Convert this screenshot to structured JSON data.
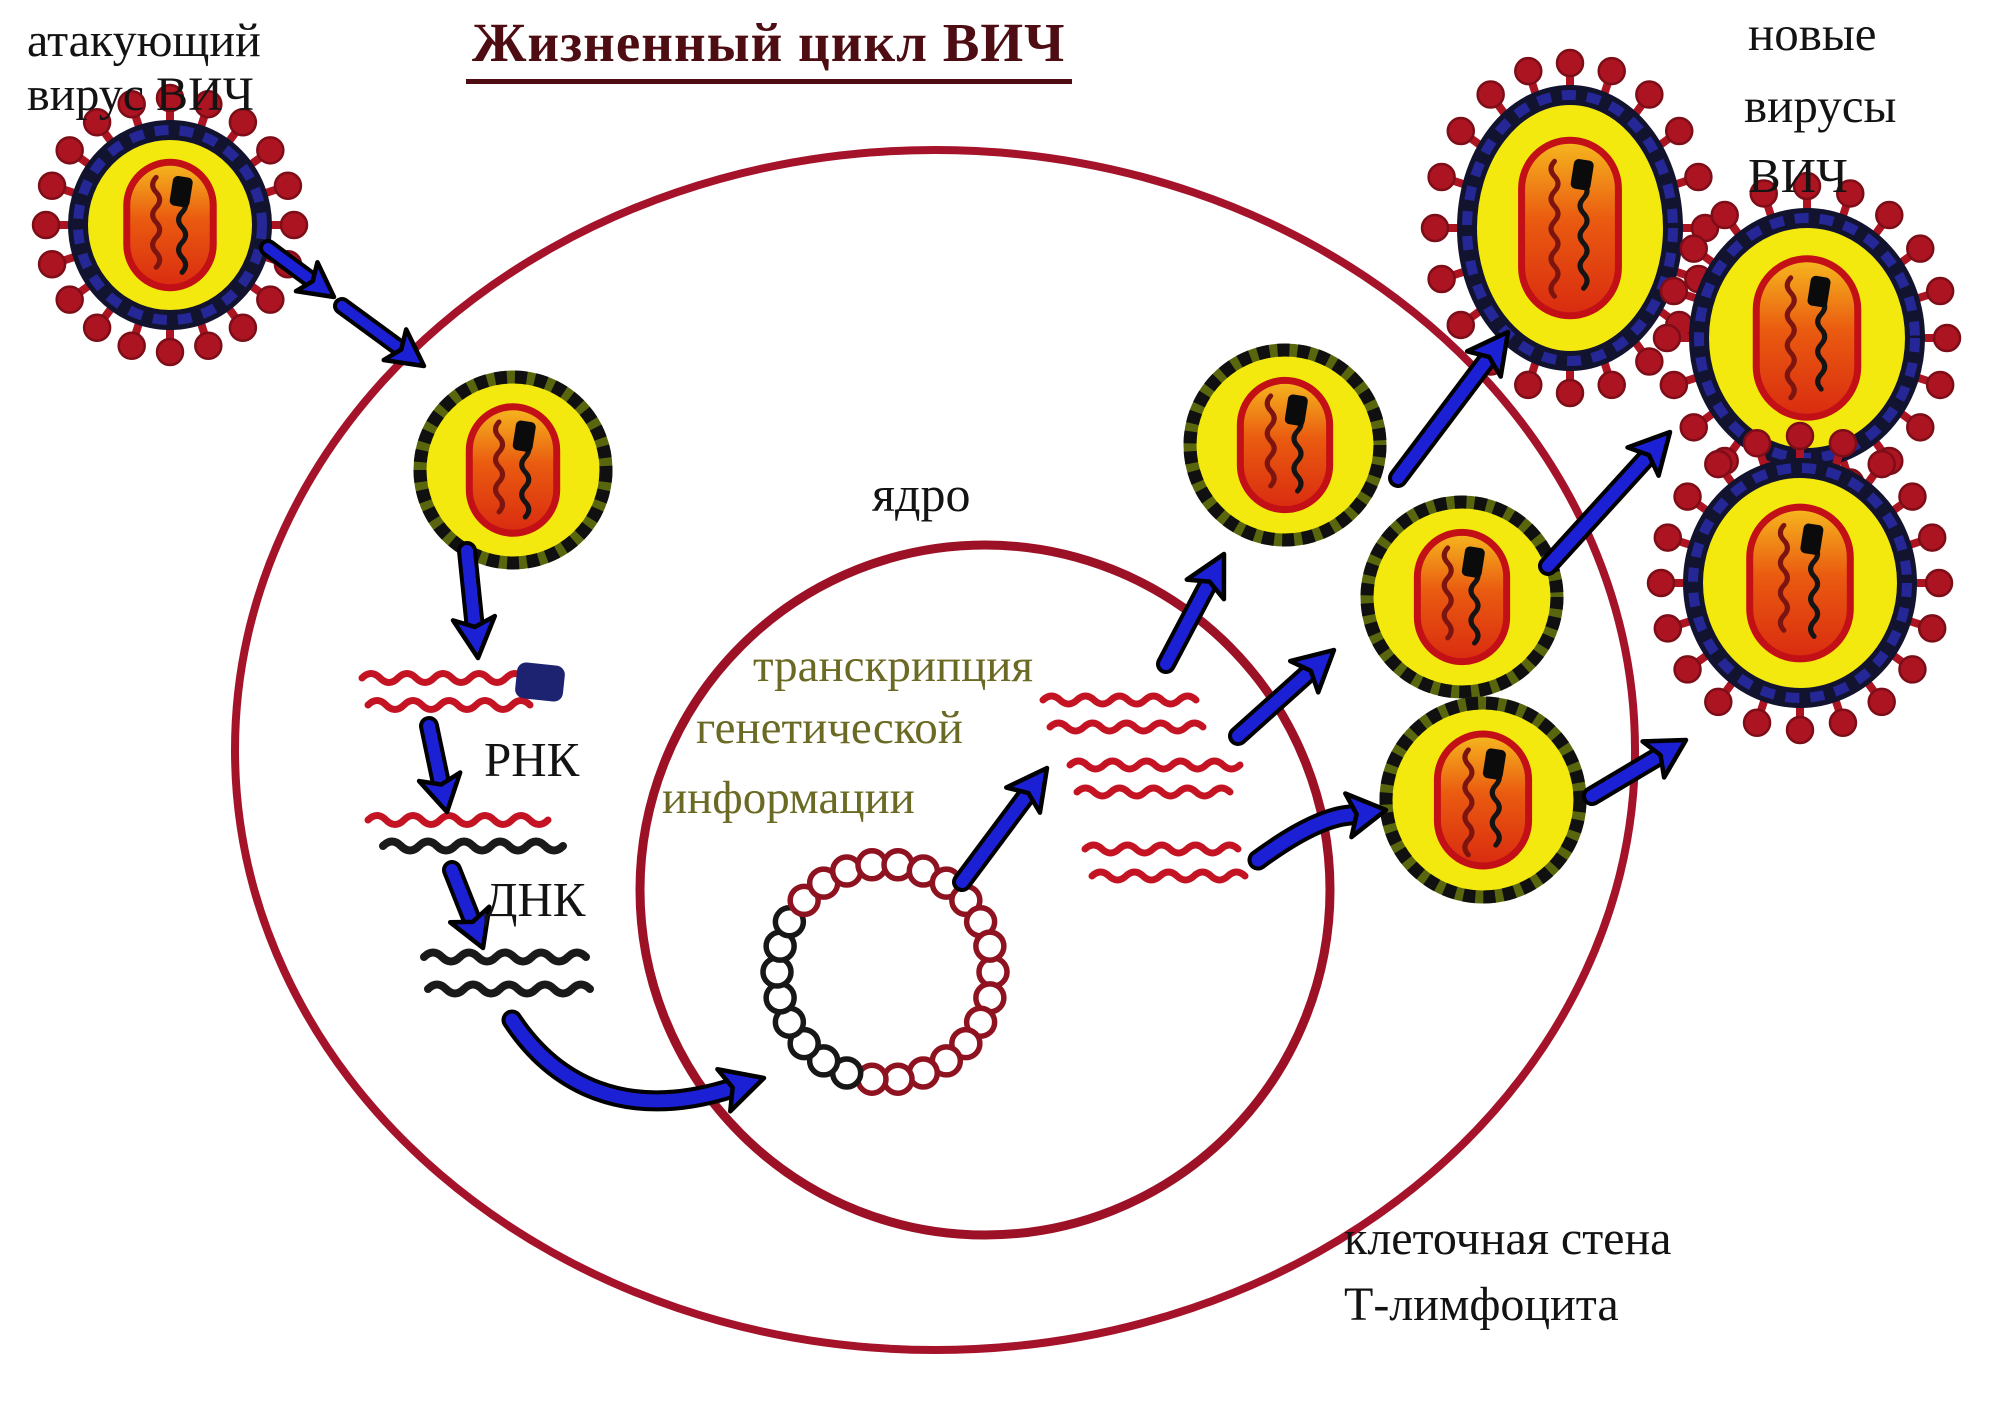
{
  "title": "Жизненный цикл ВИЧ",
  "labels": {
    "attacking_line1": "атакующий",
    "attacking_line2": "вирус ВИЧ",
    "new_line1": "новые",
    "new_line2": "вирусы",
    "new_line3": "ВИЧ",
    "nucleus": "ядро",
    "transcription_line1": "транскрипция",
    "transcription_line2": "генетической",
    "transcription_line3": "информации",
    "rna": "РНК",
    "dna": "ДНК",
    "cell_wall_line1": "клеточная стена",
    "cell_wall_line2": "Т-лимфоцита"
  },
  "colors": {
    "title": "#4e0d13",
    "text": "#131313",
    "transcription_text": "#6a6a24",
    "membrane_red": "#a5132a",
    "nucleus_red": "#9c1126",
    "rna_red": "#c41424",
    "dna_black": "#1a1a1a",
    "arrow_blue": "#1c20d4",
    "arrow_outline": "#000000",
    "virus_yellow": "#f4e90e",
    "spike_red": "#ad1422",
    "envelope_dark": "#12132e",
    "envelope_dash_blue": "#2b2fb8",
    "core_ring_olive": "#5a660e",
    "capsid_border": "#c30f16",
    "capsid_top": "#f6b81f",
    "capsid_mid": "#ea5b10",
    "capsid_deep": "#d92b10",
    "rna_blob_navy": "#1d2370",
    "bead_red": "#8e1220",
    "bead_black": "#171717"
  }
}
